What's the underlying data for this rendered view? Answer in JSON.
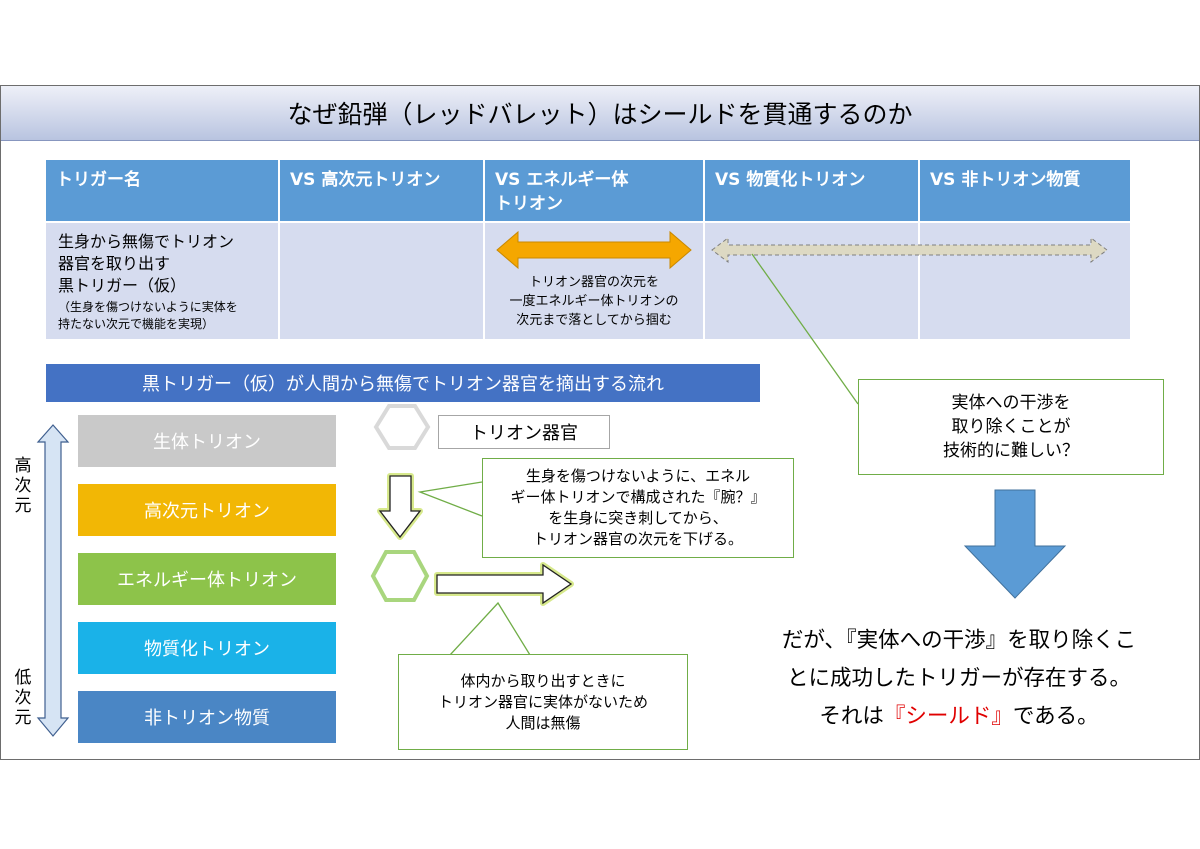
{
  "title": "なぜ鉛弾（レッドバレット）はシールドを貫通するのか",
  "table": {
    "headers": [
      "トリガー名",
      "VS 高次元トリオン",
      "VS エネルギー体\nトリオン",
      "VS 物質化トリオン",
      "VS 非トリオン物質"
    ],
    "row": {
      "name_line1": "生身から無傷でトリオン",
      "name_line2": "器官を取り出す",
      "name_line3": "黒トリガー（仮）",
      "name_note1": "（生身を傷つけないように実体を",
      "name_note2": "持たない次元で機能を実現）",
      "energy_note1": "トリオン器官の次元を",
      "energy_note2": "一度エネルギー体トリオンの",
      "energy_note3": "次元まで落としてから掴む"
    }
  },
  "flow": {
    "banner": "黒トリガー（仮）が人間から無傷でトリオン器官を摘出する流れ",
    "axis_high": "高次元",
    "axis_low": "低次元",
    "layers": [
      {
        "label": "生体トリオン",
        "color": "#c9c9c9"
      },
      {
        "label": "高次元トリオン",
        "color": "#f2b705"
      },
      {
        "label": "エネルギー体トリオン",
        "color": "#8dc34a"
      },
      {
        "label": "物質化トリオン",
        "color": "#1ab2e8"
      },
      {
        "label": "非トリオン物質",
        "color": "#4a86c5"
      }
    ],
    "organ_label": "トリオン器官",
    "callout1_lines": [
      "生身を傷つけないように、エネル",
      "ギー体トリオンで構成された『腕？』",
      "を生身に突き刺してから、",
      "トリオン器官の次元を下げる。"
    ],
    "callout2_lines": [
      "体内から取り出すときに",
      "トリオン器官に実体がないため",
      "人間は無傷"
    ]
  },
  "right": {
    "callout_lines": [
      "実体への干渉を",
      "取り除くことが",
      "技術的に難しい？"
    ],
    "conclusion_line1": "だが、『実体への干渉』を取り除くこ",
    "conclusion_line2": "とに成功したトリガーが存在する。",
    "conclusion_line3_pre": "それは",
    "conclusion_highlight": "『シールド』",
    "conclusion_line3_post": "である。",
    "highlight_color": "#e00000"
  }
}
